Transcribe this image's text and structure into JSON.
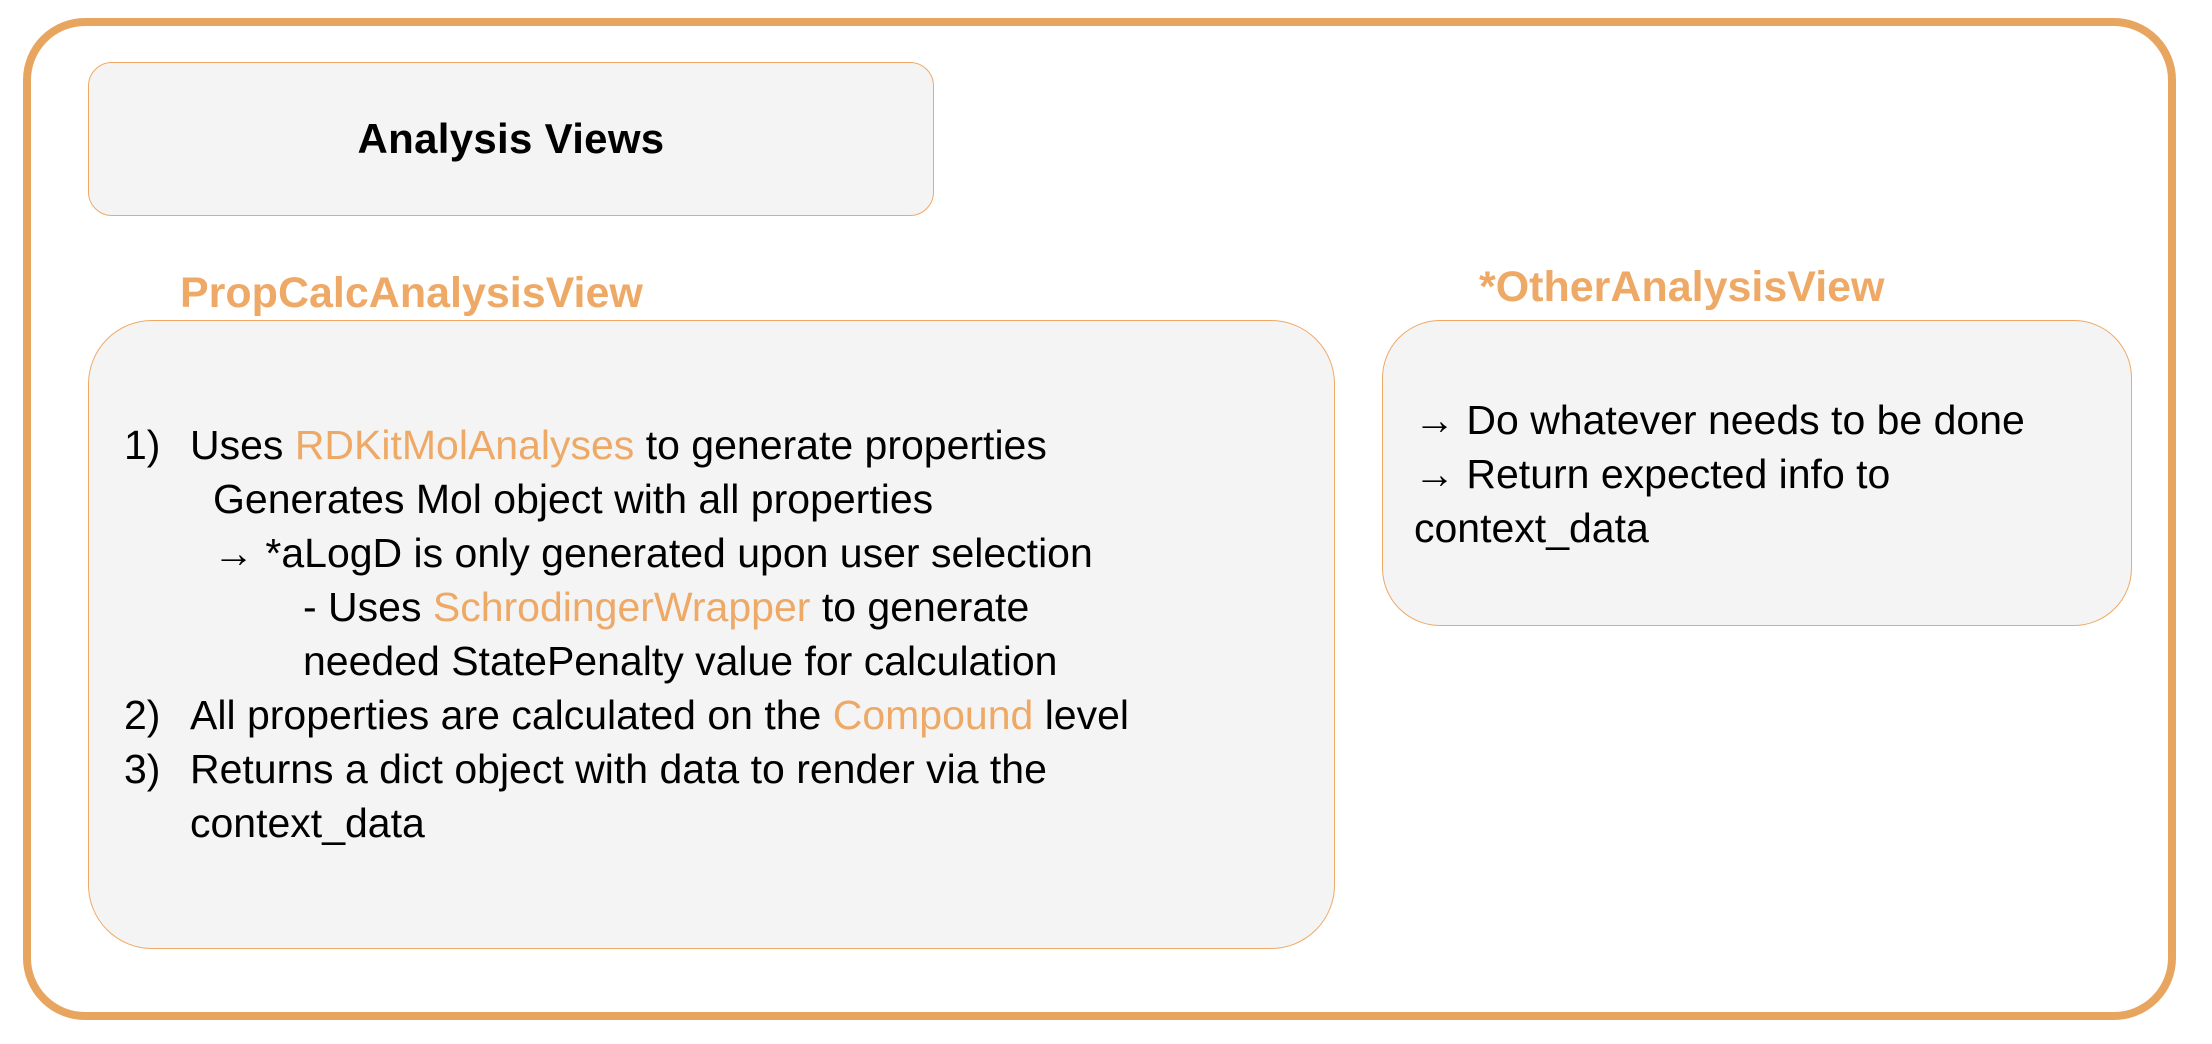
{
  "title": "Analysis Views",
  "left_section": {
    "heading": "PropCalcAnalysisView",
    "items": [
      {
        "number": "1)",
        "pre": "Uses ",
        "accent": "RDKitMolAnalyses",
        "post": " to generate properties"
      },
      {
        "text": "Generates Mol object with all properties"
      },
      {
        "text": "→ *aLogD is only generated upon user selection"
      },
      {
        "pre": "- Uses ",
        "accent": "SchrodingerWrapper",
        "post": " to generate"
      },
      {
        "text": "needed StatePenalty value for calculation"
      },
      {
        "number": "2)",
        "pre": "All properties are calculated on the ",
        "accent": "Compound",
        "post": " level"
      },
      {
        "number": "3)",
        "text": "Returns a dict object with data to render via the"
      },
      {
        "text": "context_data"
      }
    ]
  },
  "right_section": {
    "heading": "*OtherAnalysisView",
    "lines": [
      "→ Do whatever needs to be done",
      "→ Return expected info to",
      "context_data"
    ]
  },
  "colors": {
    "accent": "#eea966",
    "frame": "#e8a560",
    "box_fill": "#f4f4f4",
    "text": "#000000"
  }
}
